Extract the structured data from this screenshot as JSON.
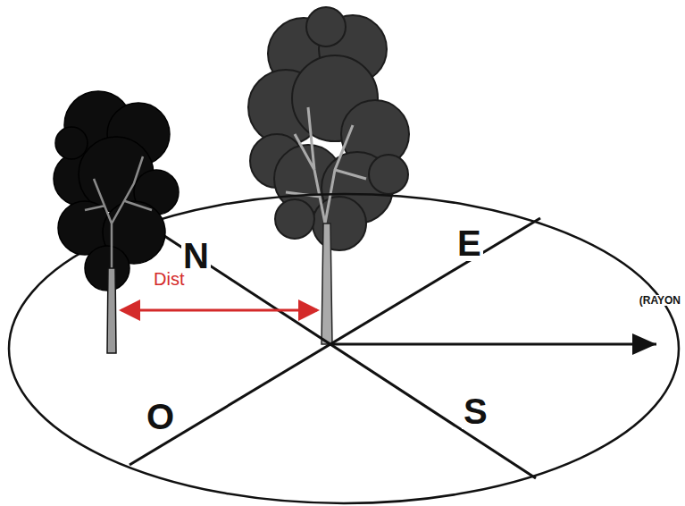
{
  "diagram": {
    "labels": [
      "N",
      "E",
      "S",
      "O",
      "Dist",
      "(RAYON"
    ]
  }
}
